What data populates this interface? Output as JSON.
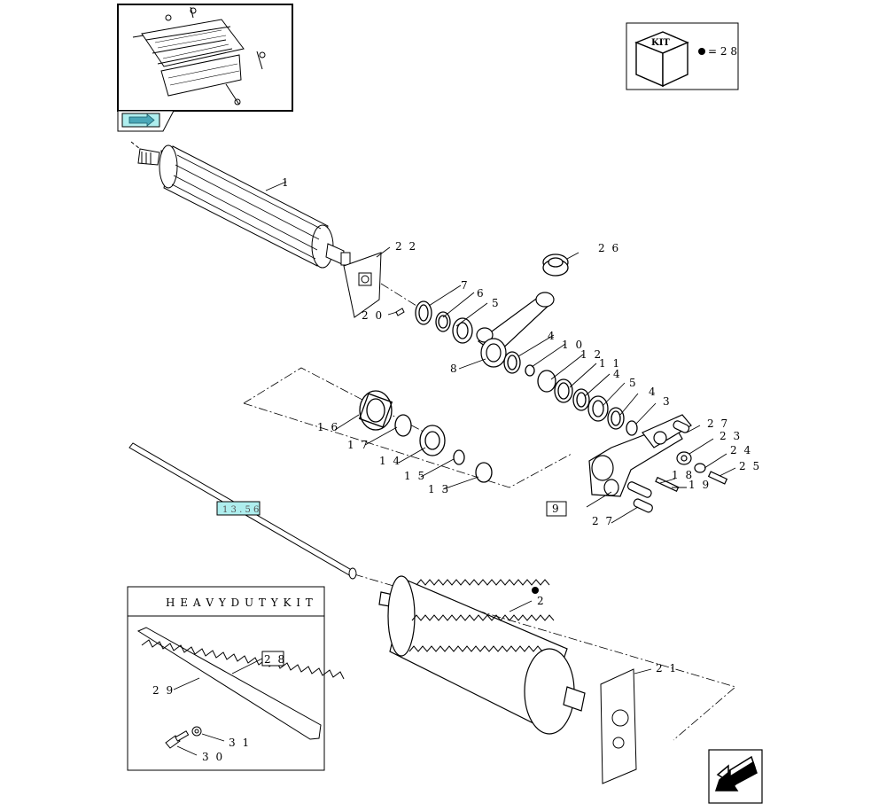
{
  "kit_legend": {
    "cube_label": "KIT",
    "equals_label": "= 2 8"
  },
  "crossref": {
    "label": "1 3 . 5 6"
  },
  "heavy_duty_kit": {
    "title": "H E A V Y   D U T Y   K I T"
  },
  "callouts": [
    {
      "id": "c1",
      "label": "1"
    },
    {
      "id": "c2",
      "label": "2"
    },
    {
      "id": "c3",
      "label": "3"
    },
    {
      "id": "c4a",
      "label": "4"
    },
    {
      "id": "c4b",
      "label": "4"
    },
    {
      "id": "c4c",
      "label": "4"
    },
    {
      "id": "c5a",
      "label": "5"
    },
    {
      "id": "c5b",
      "label": "5"
    },
    {
      "id": "c6",
      "label": "6"
    },
    {
      "id": "c7",
      "label": "7"
    },
    {
      "id": "c8",
      "label": "8"
    },
    {
      "id": "c9",
      "label": "9"
    },
    {
      "id": "c10",
      "label": "1 0"
    },
    {
      "id": "c11",
      "label": "1 1"
    },
    {
      "id": "c12",
      "label": "1 2"
    },
    {
      "id": "c13",
      "label": "1 3"
    },
    {
      "id": "c14",
      "label": "1 4"
    },
    {
      "id": "c15",
      "label": "1 5"
    },
    {
      "id": "c16",
      "label": "1 6"
    },
    {
      "id": "c17",
      "label": "1 7"
    },
    {
      "id": "c18",
      "label": "1 8"
    },
    {
      "id": "c19",
      "label": "1 9"
    },
    {
      "id": "c20",
      "label": "2 0"
    },
    {
      "id": "c21",
      "label": "2 1"
    },
    {
      "id": "c22",
      "label": "2 2"
    },
    {
      "id": "c23",
      "label": "2 3"
    },
    {
      "id": "c24",
      "label": "2 4"
    },
    {
      "id": "c25",
      "label": "2 5"
    },
    {
      "id": "c26",
      "label": "2 6"
    },
    {
      "id": "c27a",
      "label": "2 7"
    },
    {
      "id": "c27b",
      "label": "2 7"
    },
    {
      "id": "c28",
      "label": "2 8"
    },
    {
      "id": "c29",
      "label": "2 9"
    },
    {
      "id": "c30",
      "label": "3 0"
    },
    {
      "id": "c31",
      "label": "3 1"
    }
  ],
  "icons": {
    "thumbnail_nav": "arrow-right-icon",
    "next_page": "arrow-down-left-icon",
    "kit_cube": "cube-icon"
  }
}
